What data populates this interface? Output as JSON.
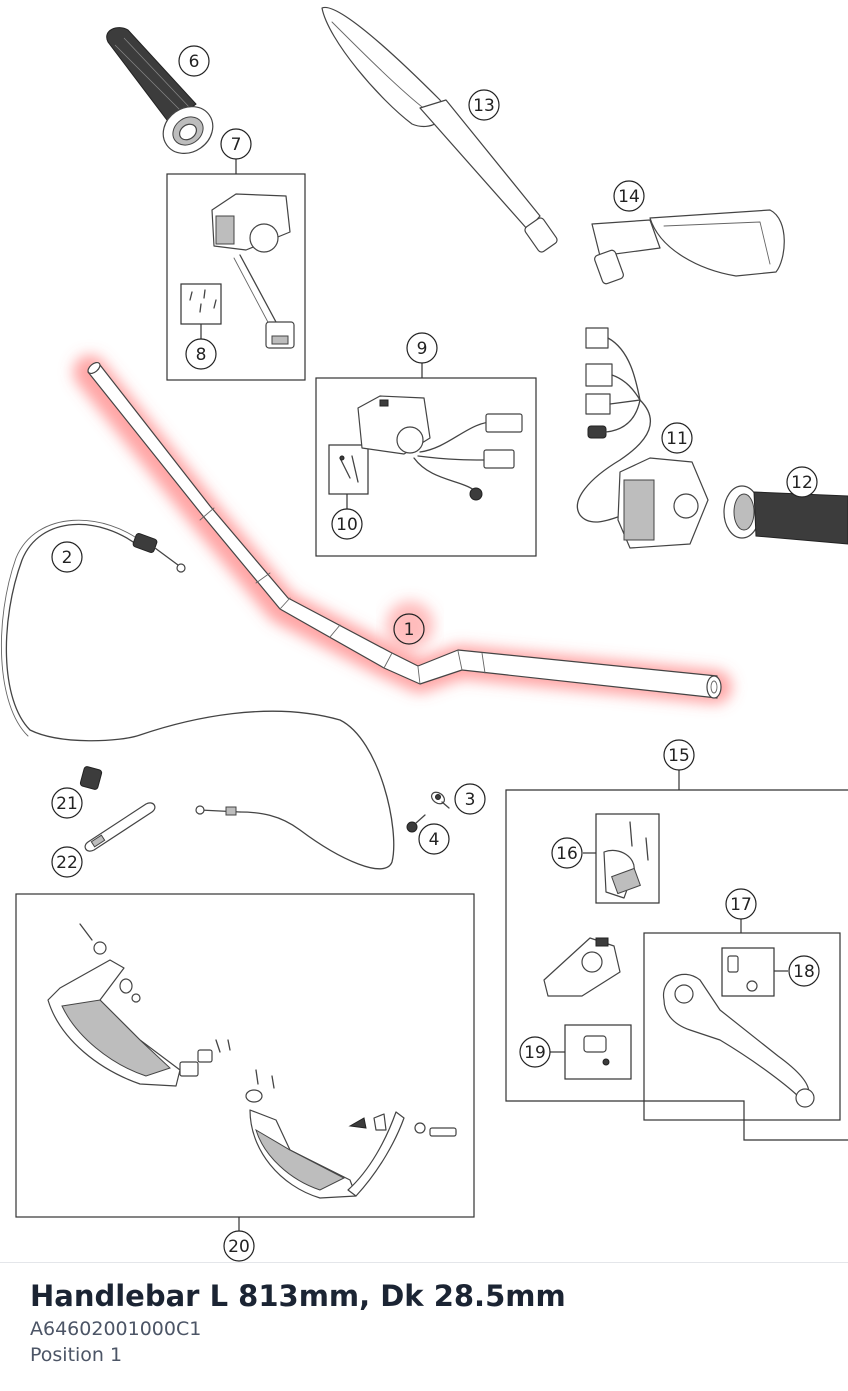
{
  "diagram": {
    "callouts": [
      "1",
      "2",
      "3",
      "4",
      "6",
      "7",
      "8",
      "9",
      "10",
      "11",
      "12",
      "13",
      "14",
      "15",
      "16",
      "17",
      "18",
      "19",
      "20",
      "21",
      "22"
    ],
    "highlight_color": "#ff6b6b"
  },
  "selected_part": {
    "title": "Handlebar L 813mm, Dk 28.5mm",
    "part_number": "A64602001000C1",
    "position": "Position 1"
  }
}
